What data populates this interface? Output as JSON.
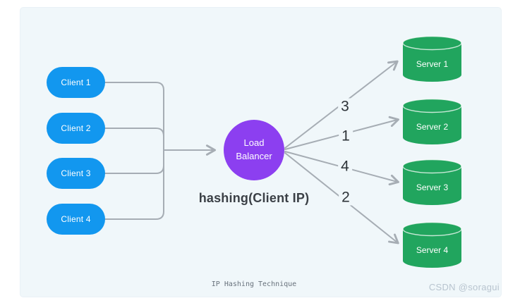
{
  "clients": [
    {
      "label": "Client 1"
    },
    {
      "label": "Client 2"
    },
    {
      "label": "Client 3"
    },
    {
      "label": "Client 4"
    }
  ],
  "load_balancer": {
    "line1": "Load",
    "line2": "Balancer",
    "function_label": "hashing(Client IP)"
  },
  "servers": [
    {
      "label": "Server 1",
      "hash_value": "3"
    },
    {
      "label": "Server 2",
      "hash_value": "1"
    },
    {
      "label": "Server 3",
      "hash_value": "4"
    },
    {
      "label": "Server 4",
      "hash_value": "2"
    }
  ],
  "caption": "IP Hashing Technique",
  "watermark": "CSDN @soragui",
  "colors": {
    "client": "#1297ef",
    "balancer": "#8c3ff0",
    "server": "#21a55e",
    "wire": "#a6adb4",
    "panel": "#f0f7fa"
  }
}
